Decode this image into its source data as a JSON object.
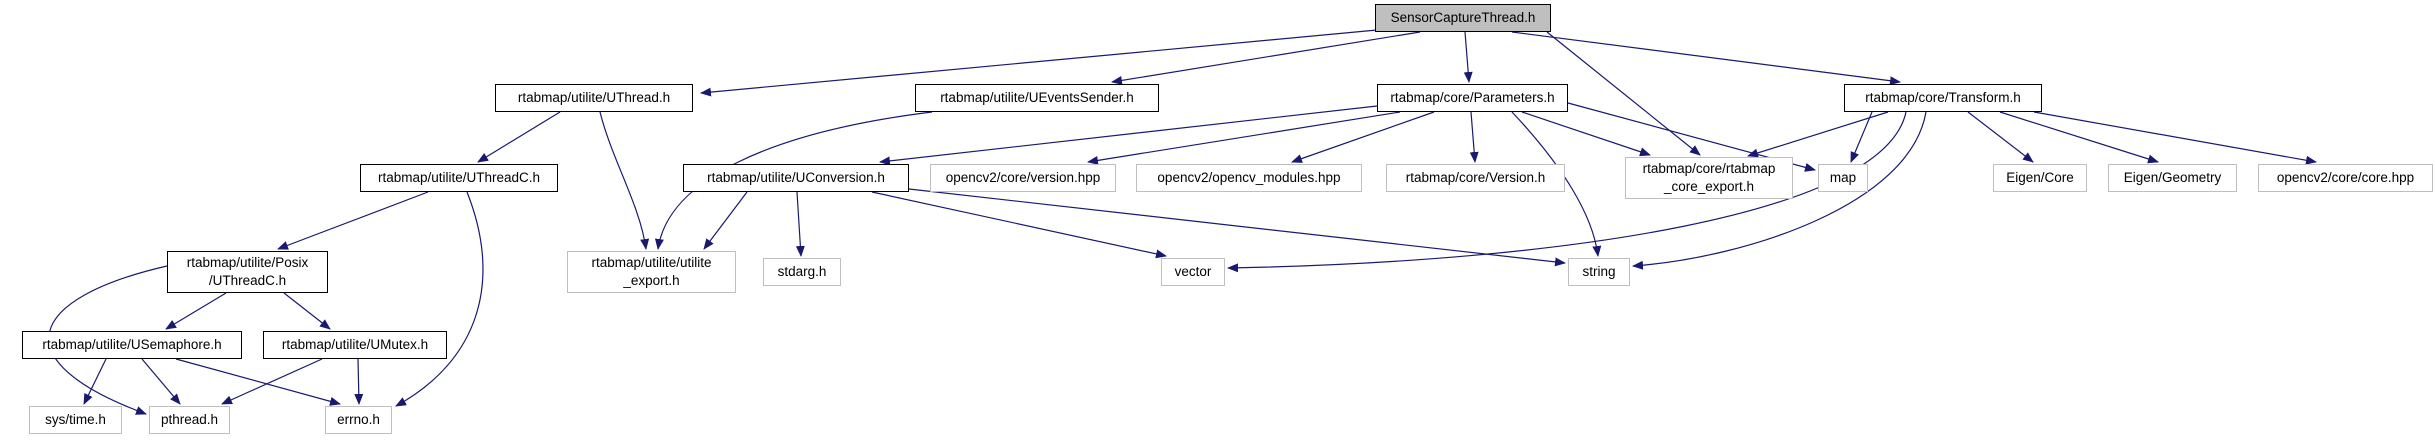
{
  "diagram": {
    "kind": "doxygen-include-dependency-graph",
    "root_file": "SensorCaptureThread.h",
    "colors": {
      "background": "#ffffff",
      "edge": "#191970",
      "root_fill": "#bfbfbf",
      "node_fill": "#ffffff",
      "linked_node_border": "#000000",
      "external_node_border": "#bfbfbf",
      "text": "#000000"
    },
    "nodes": [
      {
        "id": "sensorcapturethread",
        "label": "SensorCaptureThread.h",
        "kind": "root"
      },
      {
        "id": "uthread",
        "label": "rtabmap/utilite/UThread.h",
        "kind": "internal"
      },
      {
        "id": "ueventssender",
        "label": "rtabmap/utilite/UEventsSender.h",
        "kind": "internal"
      },
      {
        "id": "parameters",
        "label": "rtabmap/core/Parameters.h",
        "kind": "internal"
      },
      {
        "id": "transform",
        "label": "rtabmap/core/Transform.h",
        "kind": "internal"
      },
      {
        "id": "uthreadc",
        "label": "rtabmap/utilite/UThreadC.h",
        "kind": "internal"
      },
      {
        "id": "uconversion",
        "label": "rtabmap/utilite/UConversion.h",
        "kind": "internal"
      },
      {
        "id": "cv_version",
        "label": "opencv2/core/version.hpp",
        "kind": "external"
      },
      {
        "id": "cv_modules",
        "label": "opencv2/opencv_modules.hpp",
        "kind": "external"
      },
      {
        "id": "core_version",
        "label": "rtabmap/core/Version.h",
        "kind": "external"
      },
      {
        "id": "core_export",
        "label": "rtabmap/core/rtabmap\n_core_export.h",
        "kind": "external"
      },
      {
        "id": "map",
        "label": "map",
        "kind": "external"
      },
      {
        "id": "eigen_core",
        "label": "Eigen/Core",
        "kind": "external"
      },
      {
        "id": "eigen_geometry",
        "label": "Eigen/Geometry",
        "kind": "external"
      },
      {
        "id": "cv_core",
        "label": "opencv2/core/core.hpp",
        "kind": "external"
      },
      {
        "id": "posix_uthreadc",
        "label": "rtabmap/utilite/Posix\n/UThreadC.h",
        "kind": "internal"
      },
      {
        "id": "utilite_export",
        "label": "rtabmap/utilite/utilite\n_export.h",
        "kind": "external"
      },
      {
        "id": "stdarg",
        "label": "stdarg.h",
        "kind": "external"
      },
      {
        "id": "vector",
        "label": "vector",
        "kind": "external"
      },
      {
        "id": "string",
        "label": "string",
        "kind": "external"
      },
      {
        "id": "usemaphore",
        "label": "rtabmap/utilite/USemaphore.h",
        "kind": "internal"
      },
      {
        "id": "umutex",
        "label": "rtabmap/utilite/UMutex.h",
        "kind": "internal"
      },
      {
        "id": "systime",
        "label": "sys/time.h",
        "kind": "external"
      },
      {
        "id": "pthread",
        "label": "pthread.h",
        "kind": "external"
      },
      {
        "id": "errno",
        "label": "errno.h",
        "kind": "external"
      }
    ],
    "edges": [
      {
        "from": "sensorcapturethread",
        "to": "uthread"
      },
      {
        "from": "sensorcapturethread",
        "to": "ueventssender"
      },
      {
        "from": "sensorcapturethread",
        "to": "parameters"
      },
      {
        "from": "sensorcapturethread",
        "to": "transform"
      },
      {
        "from": "sensorcapturethread",
        "to": "core_export"
      },
      {
        "from": "uthread",
        "to": "uthreadc"
      },
      {
        "from": "uthread",
        "to": "utilite_export"
      },
      {
        "from": "ueventssender",
        "to": "utilite_export"
      },
      {
        "from": "parameters",
        "to": "uconversion"
      },
      {
        "from": "parameters",
        "to": "cv_version"
      },
      {
        "from": "parameters",
        "to": "cv_modules"
      },
      {
        "from": "parameters",
        "to": "core_version"
      },
      {
        "from": "parameters",
        "to": "core_export"
      },
      {
        "from": "parameters",
        "to": "map"
      },
      {
        "from": "parameters",
        "to": "string"
      },
      {
        "from": "uconversion",
        "to": "utilite_export"
      },
      {
        "from": "uconversion",
        "to": "stdarg"
      },
      {
        "from": "uconversion",
        "to": "vector"
      },
      {
        "from": "uconversion",
        "to": "string"
      },
      {
        "from": "transform",
        "to": "core_export"
      },
      {
        "from": "transform",
        "to": "map"
      },
      {
        "from": "transform",
        "to": "vector"
      },
      {
        "from": "transform",
        "to": "string"
      },
      {
        "from": "transform",
        "to": "eigen_core"
      },
      {
        "from": "transform",
        "to": "eigen_geometry"
      },
      {
        "from": "transform",
        "to": "cv_core"
      },
      {
        "from": "uthreadc",
        "to": "posix_uthreadc"
      },
      {
        "from": "uthreadc",
        "to": "errno"
      },
      {
        "from": "posix_uthreadc",
        "to": "usemaphore"
      },
      {
        "from": "posix_uthreadc",
        "to": "umutex"
      },
      {
        "from": "posix_uthreadc",
        "to": "pthread"
      },
      {
        "from": "usemaphore",
        "to": "systime"
      },
      {
        "from": "usemaphore",
        "to": "pthread"
      },
      {
        "from": "usemaphore",
        "to": "errno"
      },
      {
        "from": "umutex",
        "to": "pthread"
      },
      {
        "from": "umutex",
        "to": "errno"
      }
    ]
  }
}
